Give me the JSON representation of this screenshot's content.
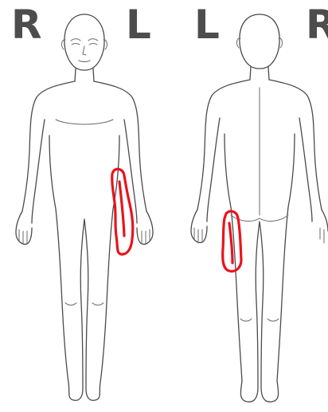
{
  "labels": {
    "front_right": "R",
    "front_left": "L",
    "back_left": "L",
    "back_right": "R"
  },
  "colors": {
    "outline": "#4a4a4a",
    "label": "#4d4d4d",
    "marking": "#e8141c"
  }
}
